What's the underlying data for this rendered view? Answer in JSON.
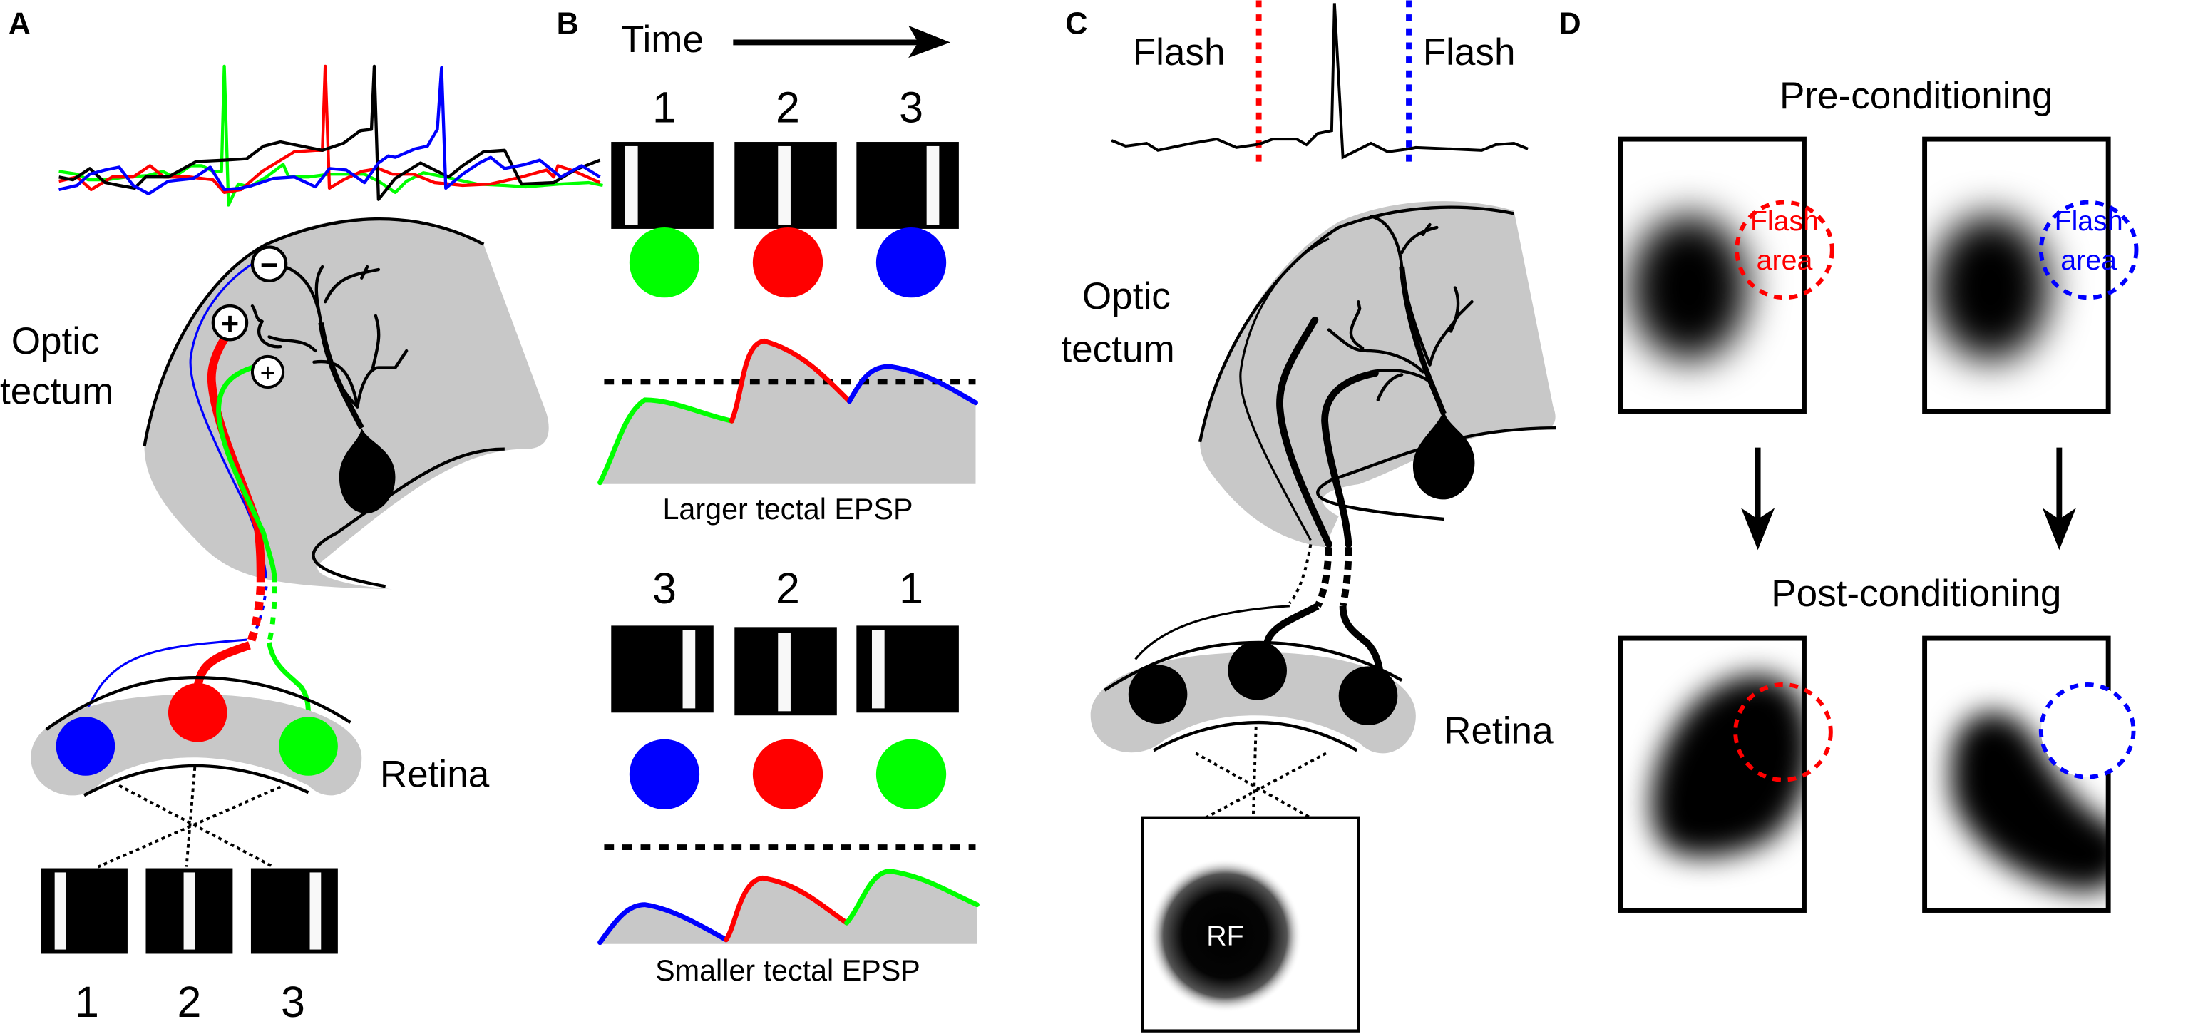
{
  "figure": {
    "panels": {
      "A": {
        "label": "A",
        "region_label": "Optic",
        "region_label_2": "tectum",
        "retina_label": "Retina",
        "synapse_signs": [
          "−",
          "+",
          "+"
        ],
        "stimulus_numbers": [
          "1",
          "2",
          "3"
        ],
        "trace_colors": {
          "green": "#00ff00",
          "red": "#ff0000",
          "black": "#000000",
          "blue": "#0000ff"
        }
      },
      "B": {
        "label": "B",
        "time_label": "Time",
        "top_sequence_numbers": [
          "1",
          "2",
          "3"
        ],
        "top_caption": "Larger tectal EPSP",
        "bottom_sequence_numbers": [
          "3",
          "2",
          "1"
        ],
        "bottom_caption": "Smaller tectal EPSP"
      },
      "C": {
        "label": "C",
        "flash_left": "Flash",
        "flash_right": "Flash",
        "region_label": "Optic",
        "region_label_2": "tectum",
        "retina_label": "Retina",
        "rf_label": "RF"
      },
      "D": {
        "label": "D",
        "pre_title": "Pre-conditioning",
        "post_title": "Post-conditioning",
        "flash_area_line1": "Flash",
        "flash_area_line2": "area"
      }
    },
    "colors": {
      "red": "#ff0000",
      "green": "#00ff00",
      "blue": "#0000ff",
      "tissue_gray": "#c8c8c8"
    }
  }
}
